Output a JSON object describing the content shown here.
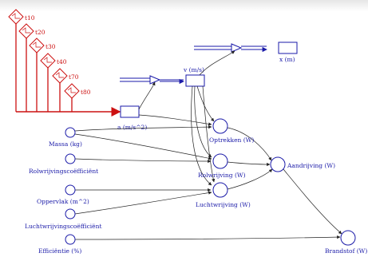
{
  "time_labels": [
    "t10",
    "t20",
    "t30",
    "t40",
    "t70",
    "t80"
  ],
  "stocks": {
    "acceleration": "a (m/s^2)",
    "velocity": "v (m/s)",
    "distance": "x (m)"
  },
  "inputs": {
    "mass": "Massa (kg)",
    "rolling_coefficient": "Rolwrijvingscoëfficiënt",
    "surface": "Oppervlak (m^2)",
    "air_coefficient": "Luchtwrijvingscoëfficiënt",
    "efficiency": "Efficiëntie (%)"
  },
  "auxiliaries": {
    "climbing": "Optrekken (W)",
    "rolling": "Rolwrijving (W)",
    "air": "Luchtwrijving (W)",
    "drive": "Aandrijving (W)",
    "fuel": "Brandstof (W)"
  },
  "colors": {
    "red": "#cc1111",
    "blue": "#1a1aa8",
    "dark": "#222222"
  }
}
